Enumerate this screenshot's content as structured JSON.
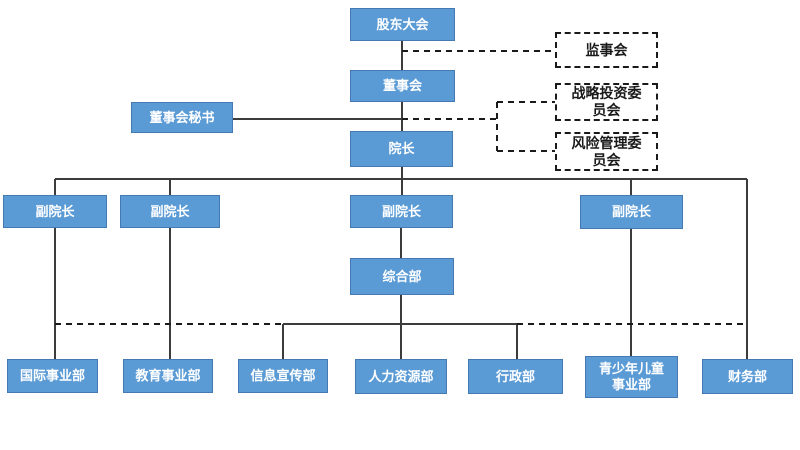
{
  "diagram": {
    "type": "organization-chart",
    "colors": {
      "node-fill": "#5B9BD5",
      "node-border": "#4479B2",
      "node-text": "#ffffff",
      "line-color": "#3c3c3c",
      "dash-color": "#1a1a1a"
    }
  },
  "nodes": [
    {
      "id": "shareholders-meeting",
      "label": "股东大会",
      "style": "solid"
    },
    {
      "id": "supervisory-board",
      "label": "监事会",
      "style": "dashed"
    },
    {
      "id": "board-of-directors",
      "label": "董事会",
      "style": "solid"
    },
    {
      "id": "strategic-investment-committee",
      "label": "战略投资委\n员会",
      "style": "dashed"
    },
    {
      "id": "board-secretary",
      "label": "董事会秘书",
      "style": "solid"
    },
    {
      "id": "president",
      "label": "院长",
      "style": "solid"
    },
    {
      "id": "risk-management-committee",
      "label": "风险管理委\n员会",
      "style": "dashed"
    },
    {
      "id": "vice-president-1",
      "label": "副院长",
      "style": "solid"
    },
    {
      "id": "vice-president-2",
      "label": "副院长",
      "style": "solid"
    },
    {
      "id": "vice-president-3",
      "label": "副院长",
      "style": "solid"
    },
    {
      "id": "vice-president-4",
      "label": "副院长",
      "style": "solid"
    },
    {
      "id": "general-department",
      "label": "综合部",
      "style": "solid"
    },
    {
      "id": "international-division",
      "label": "国际事业部",
      "style": "solid"
    },
    {
      "id": "education-division",
      "label": "教育事业部",
      "style": "solid"
    },
    {
      "id": "information-publicity-department",
      "label": "信息宣传部",
      "style": "solid"
    },
    {
      "id": "human-resources-department",
      "label": "人力资源部",
      "style": "solid"
    },
    {
      "id": "administration-department",
      "label": "行政部",
      "style": "solid"
    },
    {
      "id": "youth-children-division",
      "label": "青少年儿童\n事业部",
      "style": "solid"
    },
    {
      "id": "finance-department",
      "label": "财务部",
      "style": "solid"
    }
  ]
}
